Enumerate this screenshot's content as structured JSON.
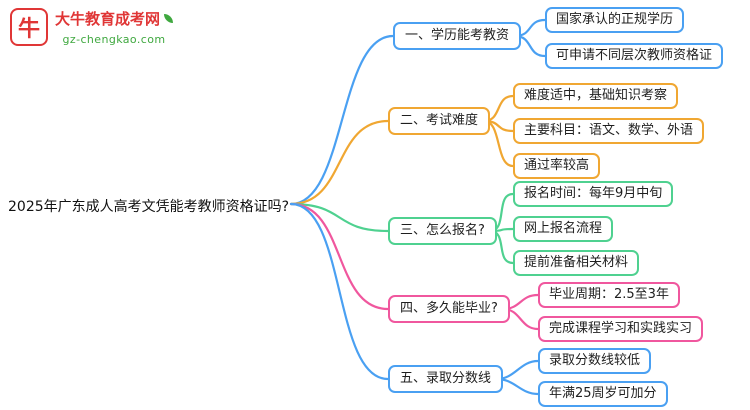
{
  "logo": {
    "icon_text": "牛",
    "site_name": "大牛教育成考网",
    "site_url": "gz-chengkao.com"
  },
  "root": {
    "label": "2025年广东成人高考文凭能考教师资格证吗?"
  },
  "branches": [
    {
      "label": "一、学历能考教资",
      "color": "#4aa0f2",
      "children": [
        {
          "label": "国家承认的正规学历"
        },
        {
          "label": "可申请不同层次教师资格证"
        }
      ]
    },
    {
      "label": "二、考试难度",
      "color": "#f0a732",
      "children": [
        {
          "label": "难度适中，基础知识考察"
        },
        {
          "label": "主要科目：语文、数学、外语"
        },
        {
          "label": "通过率较高"
        }
      ]
    },
    {
      "label": "三、怎么报名?",
      "color": "#4fd190",
      "children": [
        {
          "label": "报名时间：每年9月中旬"
        },
        {
          "label": "网上报名流程"
        },
        {
          "label": "提前准备相关材料"
        }
      ]
    },
    {
      "label": "四、多久能毕业?",
      "color": "#f0579e",
      "children": [
        {
          "label": "毕业周期：2.5至3年"
        },
        {
          "label": "完成课程学习和实践实习"
        }
      ]
    },
    {
      "label": "五、录取分数线",
      "color": "#4aa0f2",
      "children": [
        {
          "label": "录取分数线较低"
        },
        {
          "label": "年满25周岁可加分"
        }
      ]
    }
  ]
}
